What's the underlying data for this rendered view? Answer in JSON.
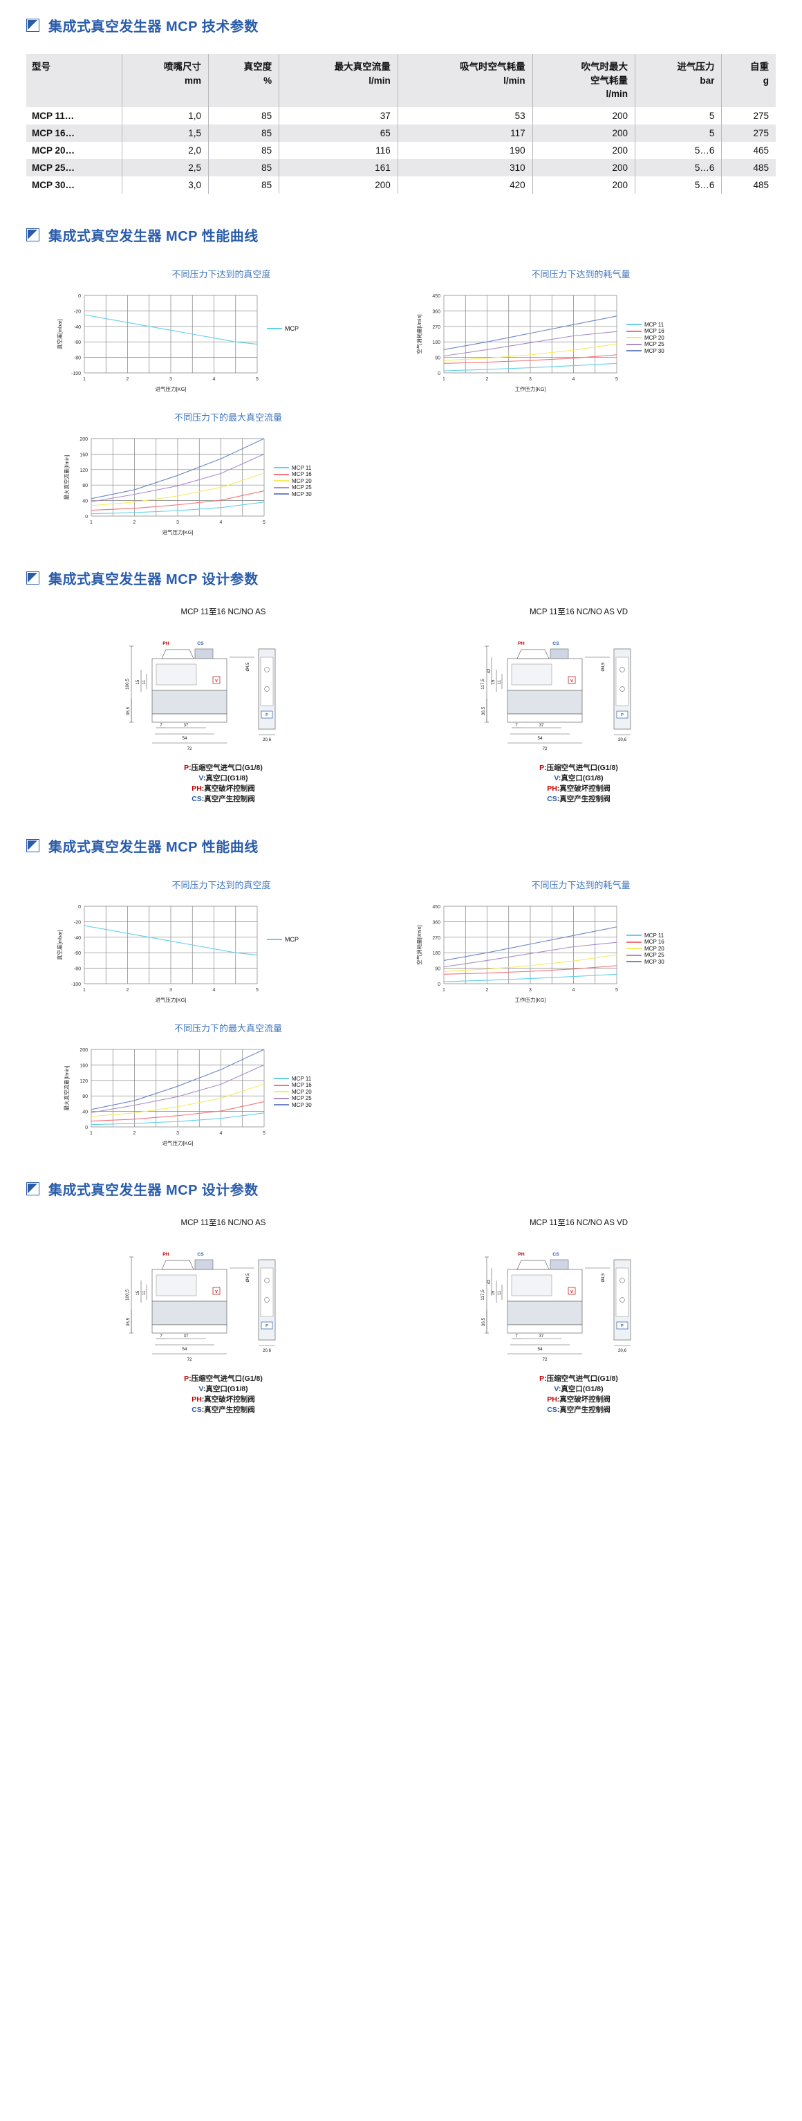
{
  "sections": {
    "tech": "集成式真空发生器 MCP 技术参数",
    "curves": "集成式真空发生器 MCP 性能曲线",
    "design": "集成式真空发生器 MCP 设计参数"
  },
  "table": {
    "headers": [
      {
        "label": "型号",
        "unit": ""
      },
      {
        "label": "喷嘴尺寸",
        "unit": "mm"
      },
      {
        "label": "真空度",
        "unit": "%"
      },
      {
        "label": "最大真空流量",
        "unit": "l/min"
      },
      {
        "label": "吸气时空气耗量",
        "unit": "l/min"
      },
      {
        "label": "吹气时最大",
        "unit": "空气耗量",
        "unit2": "l/min"
      },
      {
        "label": "进气压力",
        "unit": "bar"
      },
      {
        "label": "自重",
        "unit": "g"
      }
    ],
    "rows": [
      [
        "MCP 11…",
        "1,0",
        "85",
        "37",
        "53",
        "200",
        "5",
        "275"
      ],
      [
        "MCP 16…",
        "1,5",
        "85",
        "65",
        "117",
        "200",
        "5",
        "275"
      ],
      [
        "MCP 20…",
        "2,0",
        "85",
        "116",
        "190",
        "200",
        "5…6",
        "465"
      ],
      [
        "MCP 25…",
        "2,5",
        "85",
        "161",
        "310",
        "200",
        "5…6",
        "485"
      ],
      [
        "MCP 30…",
        "3,0",
        "85",
        "200",
        "420",
        "200",
        "5…6",
        "485"
      ]
    ]
  },
  "drawings": {
    "left_title": "MCP 11至16 NC/NO AS",
    "right_title": "MCP 11至16 NC/NO AS VD",
    "left_dims": {
      "height": "100,5",
      "sub1": "15",
      "sub2": "11",
      "bottom": "36,5",
      "d": "Ø4,5",
      "w1": "7",
      "w2": "37",
      "w3": "54",
      "w4": "72",
      "side": "20,6"
    },
    "right_dims": {
      "height": "117,5",
      "sub0": "42",
      "sub1": "15",
      "sub2": "11",
      "bottom": "36,5",
      "d": "Ø4,5",
      "w1": "7",
      "w2": "37",
      "w3": "54",
      "w4": "72",
      "side": "20,6"
    },
    "callouts": {
      "ph": "PH",
      "cs": "CS",
      "v": "V",
      "p": "P"
    },
    "legend": [
      {
        "key": "P",
        "color": "red",
        "text": ":压缩空气进气口(G1/8)"
      },
      {
        "key": "V",
        "color": "blue",
        "text": ":真空口(G1/8)"
      },
      {
        "key": "PH",
        "color": "red",
        "text": ":真空破坏控制阀"
      },
      {
        "key": "CS",
        "color": "blue",
        "text": ":真空产生控制阀"
      }
    ]
  },
  "colors": {
    "accent": "#2a5caa",
    "chart_title": "#3f76bd",
    "mcp11": "#62d0ec",
    "mcp16": "#f4727a",
    "mcp20": "#f3ec60",
    "mcp25": "#a98cc8",
    "mcp30": "#6e86c8",
    "red": "#c00000",
    "blue": "#2a5caa"
  },
  "chart_data": [
    {
      "type": "line",
      "id": "vacuum",
      "title": "不同压力下达到的真空度",
      "xlabel": "进气压力[KG]",
      "ylabel": "真空度[mbar]",
      "xlim": [
        1,
        5
      ],
      "ylim": [
        -100,
        0
      ],
      "xticks": [
        "1",
        "2",
        "3",
        "4",
        "5"
      ],
      "yticks": [
        "-100",
        "-80",
        "-60",
        "-40",
        "-20",
        "0"
      ],
      "grid": true,
      "legend_position": "right",
      "series": [
        {
          "name": "MCP",
          "color": "#62d0ec",
          "x": [
            1,
            1.5,
            2,
            2.5,
            3,
            3.5,
            4,
            4.5,
            5
          ],
          "values": [
            -25,
            -30,
            -35,
            -40,
            -45,
            -50,
            -55,
            -60,
            -63
          ]
        }
      ]
    },
    {
      "type": "line",
      "id": "consumption",
      "title": "不同压力下达到的耗气量",
      "xlabel": "工作压力[KG]",
      "ylabel": "空气消耗量[l/min]",
      "xlim": [
        1,
        5
      ],
      "ylim": [
        0,
        450
      ],
      "xticks": [
        "1",
        "2",
        "3",
        "4",
        "5"
      ],
      "yticks": [
        "0",
        "90",
        "180",
        "270",
        "360",
        "450"
      ],
      "grid": true,
      "legend_position": "right",
      "series": [
        {
          "name": "MCP 11",
          "color": "#62d0ec",
          "x": [
            1,
            2,
            3,
            4,
            5
          ],
          "values": [
            12,
            20,
            30,
            42,
            55
          ]
        },
        {
          "name": "MCP 16",
          "color": "#f4727a",
          "x": [
            1,
            2,
            3,
            4,
            5
          ],
          "values": [
            55,
            62,
            72,
            85,
            105
          ]
        },
        {
          "name": "MCP 20",
          "color": "#f3ec60",
          "x": [
            1,
            2,
            3,
            4,
            5
          ],
          "values": [
            72,
            85,
            105,
            132,
            168
          ]
        },
        {
          "name": "MCP 25",
          "color": "#a98cc8",
          "x": [
            1,
            2,
            3,
            4,
            5
          ],
          "values": [
            98,
            135,
            175,
            215,
            240
          ]
        },
        {
          "name": "MCP 30",
          "color": "#6e86c8",
          "x": [
            1,
            2,
            3,
            4,
            5
          ],
          "values": [
            135,
            180,
            230,
            280,
            330
          ]
        }
      ]
    },
    {
      "type": "line",
      "id": "maxflow",
      "title": "不同压力下的最大真空流量",
      "xlabel": "进气压力[KG]",
      "ylabel": "最大真空流量[l/min]",
      "xlim": [
        1,
        5
      ],
      "ylim": [
        0,
        200
      ],
      "xticks": [
        "1",
        "2",
        "3",
        "4",
        "5"
      ],
      "yticks": [
        "0",
        "40",
        "80",
        "120",
        "160",
        "200"
      ],
      "grid": true,
      "legend_position": "right",
      "series": [
        {
          "name": "MCP 11",
          "color": "#62d0ec",
          "x": [
            1,
            2,
            3,
            4,
            5
          ],
          "values": [
            6,
            9,
            14,
            22,
            36
          ]
        },
        {
          "name": "MCP 16",
          "color": "#f4727a",
          "x": [
            1,
            2,
            3,
            4,
            5
          ],
          "values": [
            15,
            20,
            29,
            41,
            65
          ]
        },
        {
          "name": "MCP 20",
          "color": "#f3ec60",
          "x": [
            1,
            2,
            3,
            4,
            5
          ],
          "values": [
            27,
            36,
            52,
            74,
            111
          ]
        },
        {
          "name": "MCP 25",
          "color": "#a98cc8",
          "x": [
            1,
            2,
            3,
            4,
            5
          ],
          "values": [
            37,
            56,
            78,
            110,
            160
          ]
        },
        {
          "name": "MCP 30",
          "color": "#6e86c8",
          "x": [
            1,
            2,
            3,
            4,
            5
          ],
          "values": [
            45,
            68,
            105,
            148,
            200
          ]
        }
      ]
    }
  ]
}
